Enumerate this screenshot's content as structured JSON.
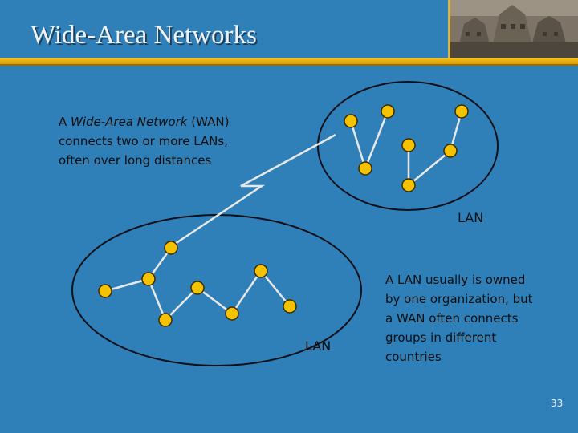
{
  "slide": {
    "title": "Wide-Area Networks",
    "page_number": "33"
  },
  "text": {
    "wan_prefix": "A ",
    "wan_term": "Wide-Area Network",
    "wan_suffix": " (WAN)",
    "wan_line2": "connects two or more LANs,",
    "wan_line3": "often over long distances",
    "lan_label_top": "LAN",
    "lan_label_bottom": "LAN",
    "note_lines": [
      "A LAN usually is owned",
      "by one organization, but",
      "a WAN often connects",
      "groups in different",
      "countries"
    ]
  },
  "colors": {
    "background": "#2f80b8",
    "node_fill": "#f5c200",
    "node_stroke": "#3b2a00",
    "link": "#e8e8e8",
    "accent_rule": "#f5c516"
  }
}
